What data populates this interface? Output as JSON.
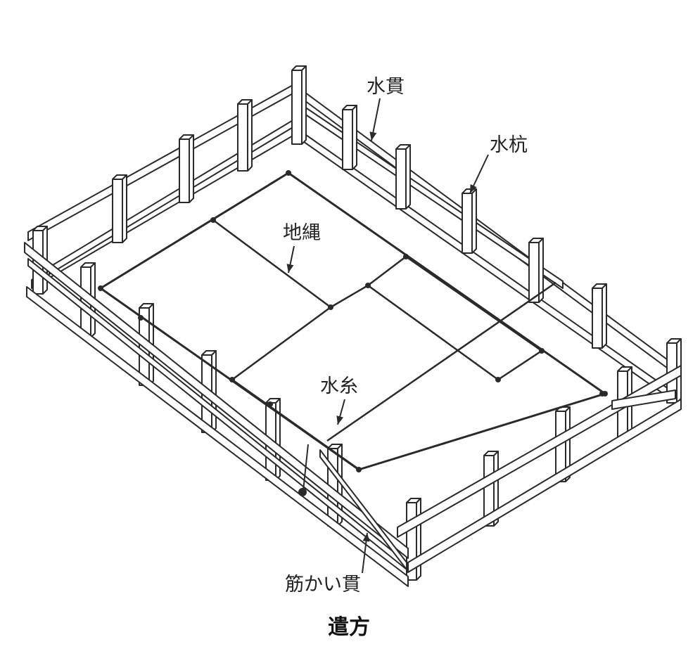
{
  "labels": {
    "nuki": "水貫",
    "kui": "水杭",
    "jinawa": "地縄",
    "ito": "水糸",
    "sujikai": "筋かい貫"
  },
  "caption": "遣方"
}
